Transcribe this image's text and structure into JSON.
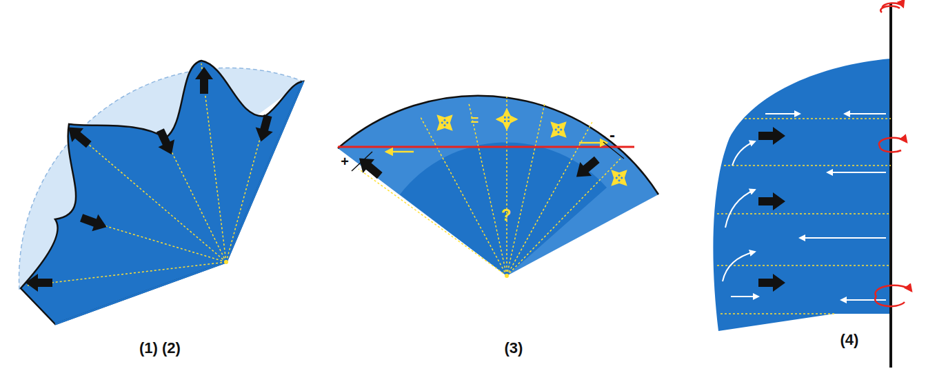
{
  "diagram": {
    "labels": [
      "(1) (2)",
      "=",
      "+",
      "-",
      "?",
      "(3)",
      "(4)"
    ]
  }
}
